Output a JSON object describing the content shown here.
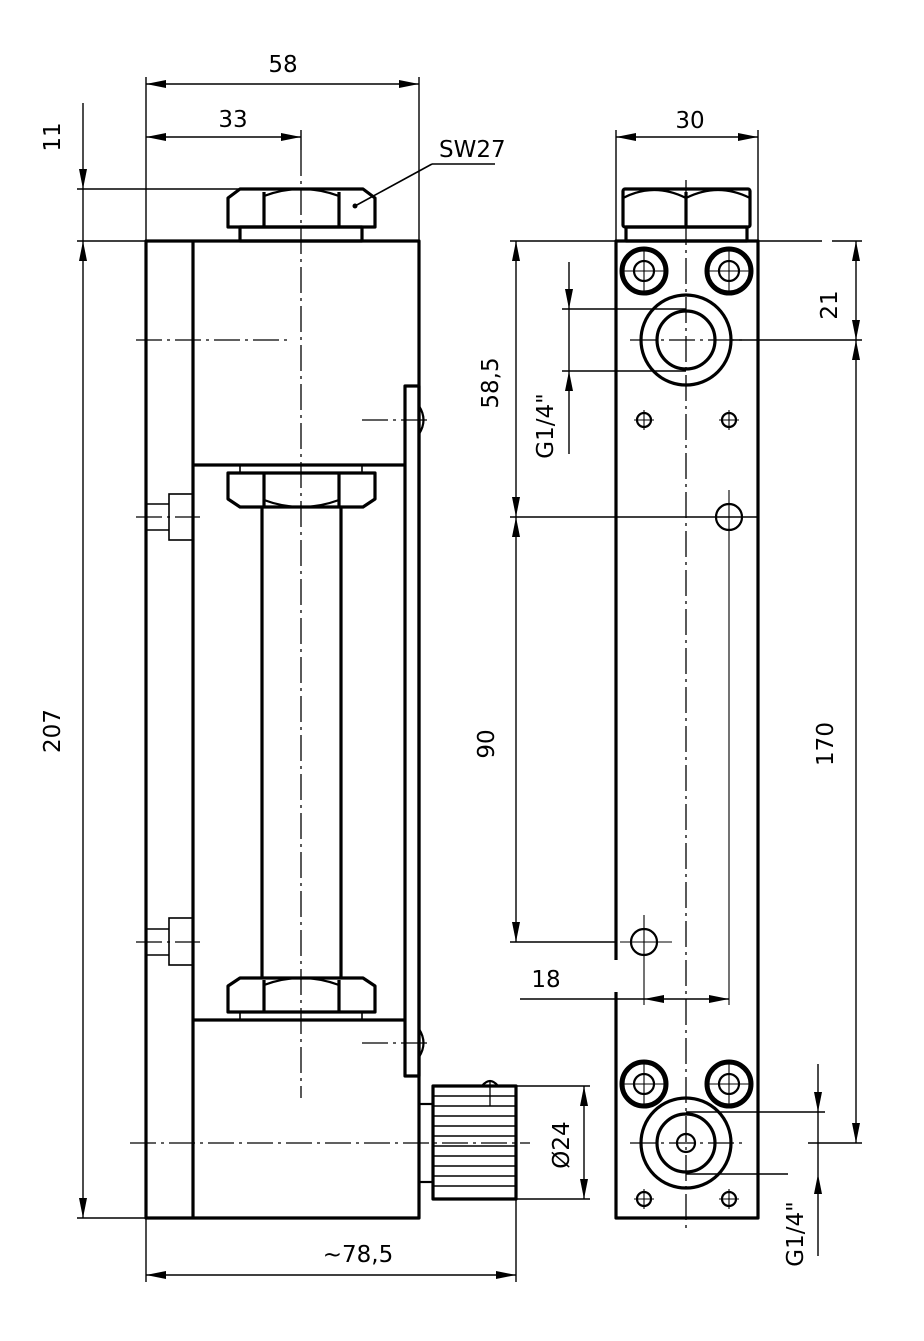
{
  "dimensions": {
    "width_total": "58",
    "width_upper": "33",
    "nut_height": "11",
    "wrench_size": "SW27",
    "body_height": "207",
    "overall_depth": "~78,5",
    "side_width": "30",
    "top_port_offset": "21",
    "port_pitch": "170",
    "port_to_hole": "58,5",
    "thread_top": "G1/4\"",
    "hole_spacing": "90",
    "hole_offset": "18",
    "knob_diameter": "Ø24",
    "thread_bottom": "G1/4\""
  }
}
